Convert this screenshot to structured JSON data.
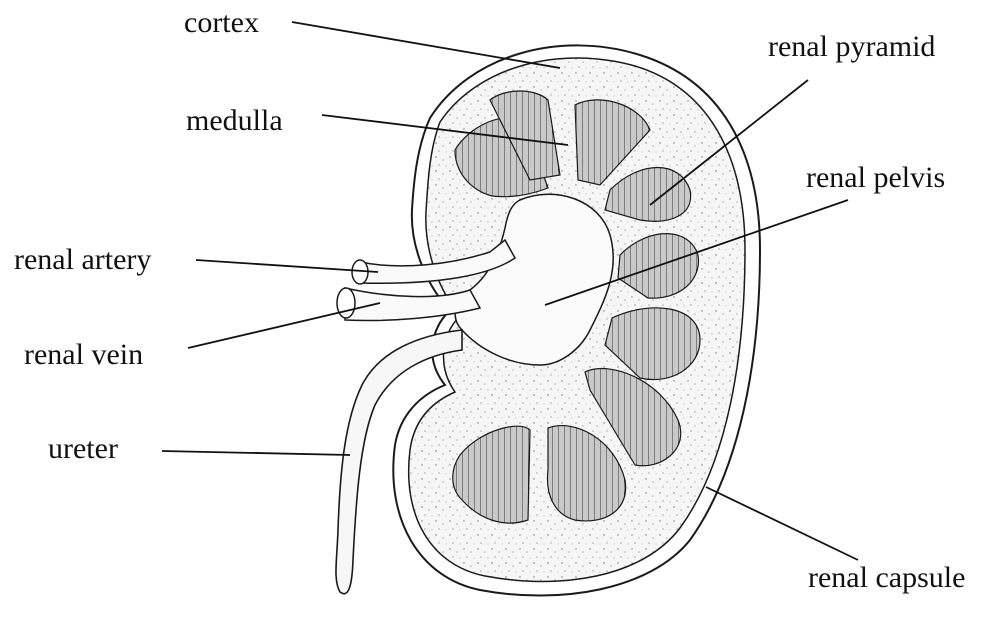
{
  "labels": {
    "cortex": "cortex",
    "medulla": "medulla",
    "renal_artery": "renal artery",
    "renal_vein": "renal vein",
    "ureter": "ureter",
    "renal_pyramid": "renal pyramid",
    "renal_pelvis": "renal pelvis",
    "renal_capsule": "renal capsule"
  },
  "colors": {
    "line": "#1a1a1a",
    "pyramid_fill": "#b8b8b8",
    "cortex_fill": "#f4f4f4",
    "background": "#ffffff"
  }
}
